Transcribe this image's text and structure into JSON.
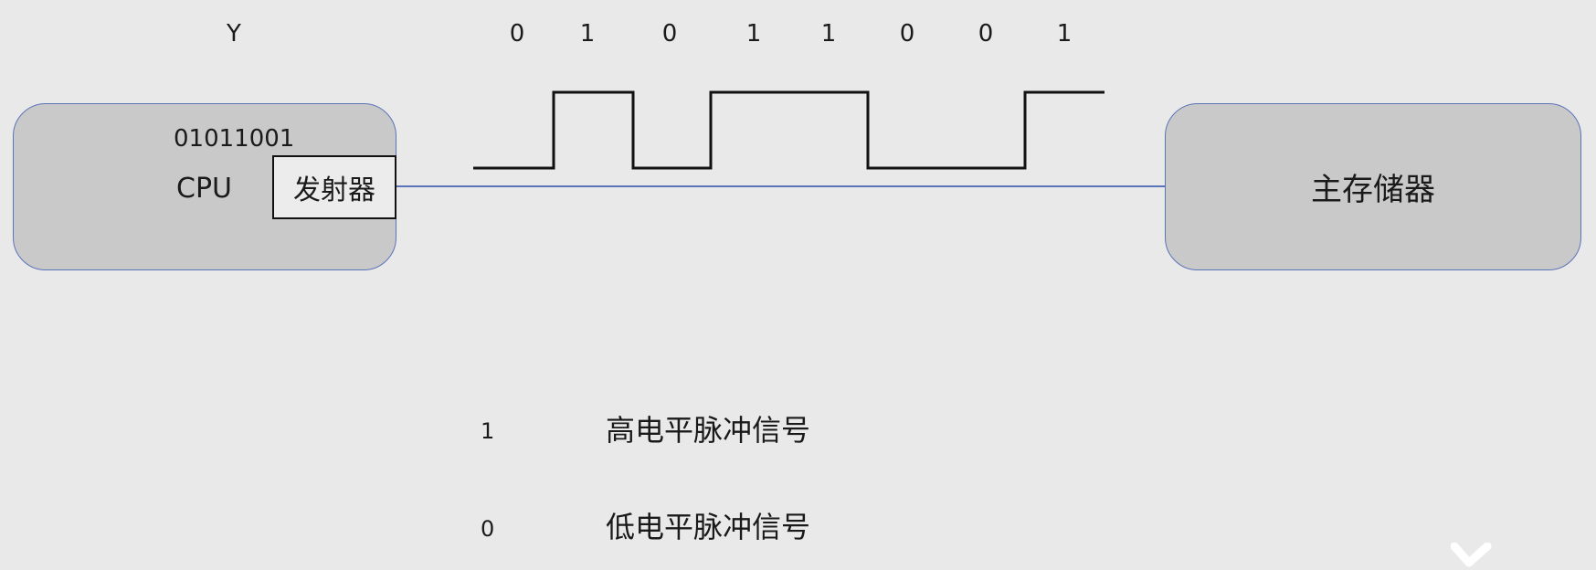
{
  "diagram": {
    "register_label": "Y",
    "bits": [
      "0",
      "1",
      "0",
      "1",
      "1",
      "0",
      "0",
      "1"
    ],
    "cpu": {
      "label": "CPU",
      "data_value": "01011001",
      "emitter_label": "发射器"
    },
    "memory": {
      "label": "主存储器"
    },
    "legend": [
      {
        "value": "1",
        "description": "高电平脉冲信号"
      },
      {
        "value": "0",
        "description": "低电平脉冲信号"
      }
    ],
    "colors": {
      "background": "#e9e9e9",
      "box_fill": "#c9c9c9",
      "box_border": "#5b74b8",
      "bus_line": "#5b74b8",
      "waveform": "#111111"
    }
  }
}
